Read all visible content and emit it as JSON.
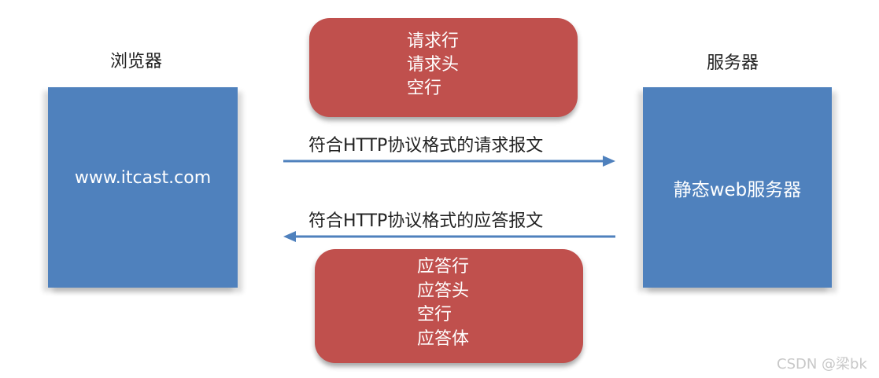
{
  "browser": {
    "title": "浏览器",
    "address": "www.itcast.com"
  },
  "server": {
    "title": "服务器",
    "name": "静态web服务器"
  },
  "request": {
    "caption": "符合HTTP协议格式的请求报文",
    "parts": [
      "请求行",
      "请求头",
      "空行"
    ]
  },
  "response": {
    "caption": "符合HTTP协议格式的应答报文",
    "parts": [
      "应答行",
      "应答头",
      "空行",
      "应答体"
    ]
  },
  "colors": {
    "node_fill": "#4F81BD",
    "message_fill": "#C0504D",
    "arrow": "#4F81BD"
  },
  "watermark": "CSDN @梁bk"
}
